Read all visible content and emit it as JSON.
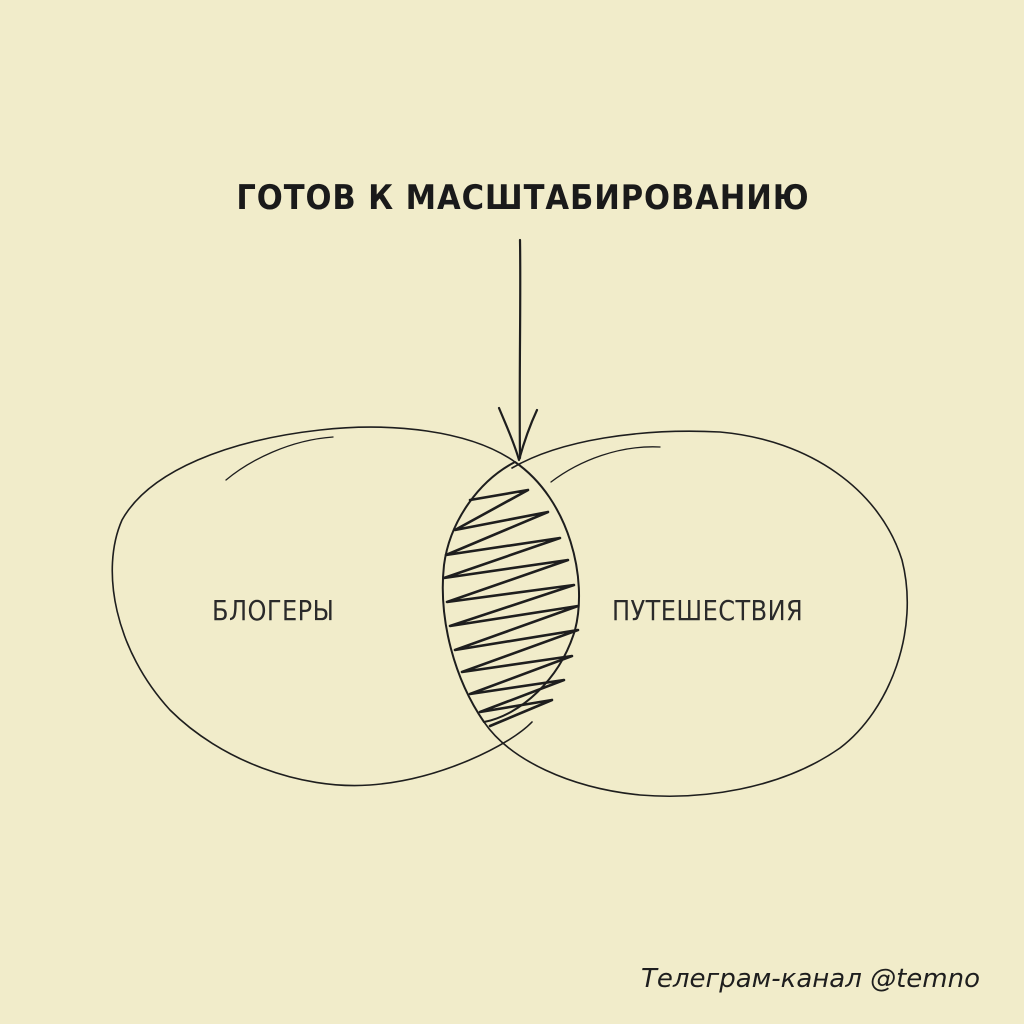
{
  "diagram": {
    "title": "ГОТОВ К МАСШТАБИРОВАНИЮ",
    "sets": [
      {
        "label": "БЛОГЕРЫ"
      },
      {
        "label": "ПУТЕШЕСТВИЯ"
      }
    ],
    "intersection": {
      "fill": "hatched"
    }
  },
  "footer": {
    "credit": "Телеграм-канал @temno"
  },
  "colors": {
    "background": "#f1ecca",
    "ink": "#1e1e1e"
  }
}
